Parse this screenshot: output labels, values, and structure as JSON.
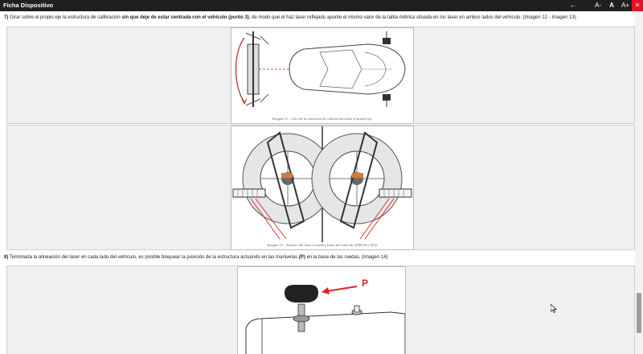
{
  "window": {
    "title": "Ficha Dispositivo",
    "back_icon": "arrow-left-icon",
    "font_decrease": "A-",
    "font_default": "A",
    "font_increase": "A+",
    "close_icon": "close-icon",
    "close_color": "#e81123"
  },
  "step7": {
    "number": "7)",
    "text_before": " Girar sobre el propio eje la estructura de calibración ",
    "bold": "sin que deje de estar centrada con el vehículo (punto 3)",
    "text_after": ", de modo que el haz láser reflejado apunte el mismo valor de la tabla métrica situada en los láser en ambos lados del vehículo. (Imagen 12 - Imagen 13)"
  },
  "figure12": {
    "caption": "Imagen 12 – Giro de la estructura de calibración sobre el propio eje."
  },
  "figure13": {
    "caption": "Imagen 13 – Puntero del láser en ambos lados del vehículo (DRCH e IZQ)"
  },
  "step8": {
    "number": "8)",
    "text_before": " Terminada la alineación del láser en cada lado del vehículo, es posible bloquear la posición de la estructura actuando en las manivelas ",
    "bold": "(P)",
    "text_after": " en la base de las ruedas. (Imagen 14)"
  },
  "figure14": {
    "label": "P",
    "label_color": "#e02020"
  }
}
